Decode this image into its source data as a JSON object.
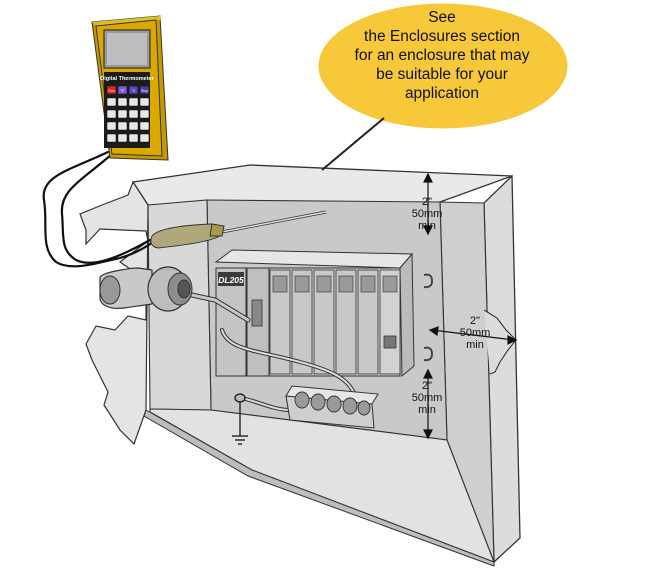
{
  "callout": {
    "lines": [
      "See",
      "the Enclosures section",
      "for an enclosure that may",
      "be suitable for your",
      "application"
    ],
    "fill": "#f6c83a"
  },
  "thermometer": {
    "title": "Digital Thermometer",
    "body_color": "#d9a900",
    "keys_top": [
      "Run",
      "°F",
      "°C",
      "Stop"
    ],
    "key_colors": [
      "#d8232a",
      "#7e5bd1",
      "#5b3fb4",
      "#4a3a9e"
    ]
  },
  "plc": {
    "brand": "DL205"
  },
  "clearances": {
    "top": {
      "inches": "2\"",
      "mm": "50mm",
      "min": "min"
    },
    "right": {
      "inches": "2\"",
      "mm": "50mm",
      "min": "min"
    },
    "bottom": {
      "inches": "2\"",
      "mm": "50mm",
      "min": "min"
    }
  }
}
